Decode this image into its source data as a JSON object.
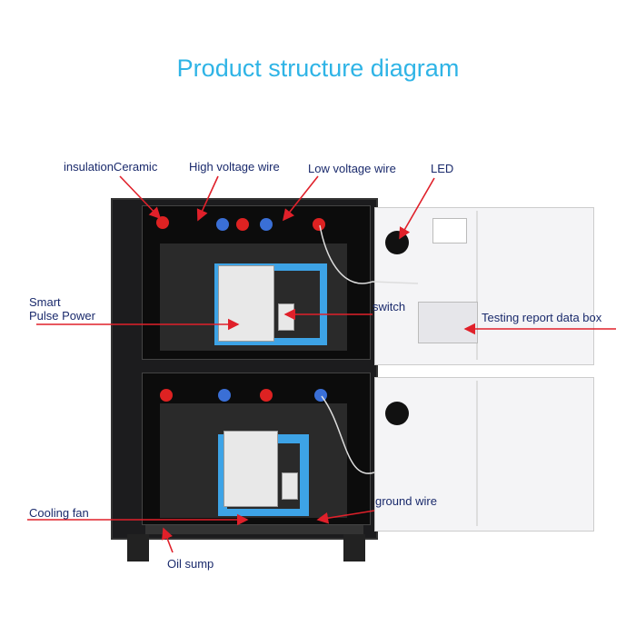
{
  "title": "Product structure diagram",
  "labels": {
    "insulation_ceramic": "insulationCeramic",
    "high_voltage_wire": "High voltage wire",
    "low_voltage_wire": "Low voltage wire",
    "led": "LED",
    "smart_pulse_power_1": "Smart",
    "smart_pulse_power_2": "Pulse Power",
    "switch": "switch",
    "testing_report_data_box": "Testing report data box",
    "cooling_fan": "Cooling fan",
    "ground_wire": "ground wire",
    "oil_sump": "Oil sump"
  },
  "colors": {
    "title": "#2fb4e6",
    "arrow": "#e0202a",
    "label": "#1a2a6c"
  }
}
